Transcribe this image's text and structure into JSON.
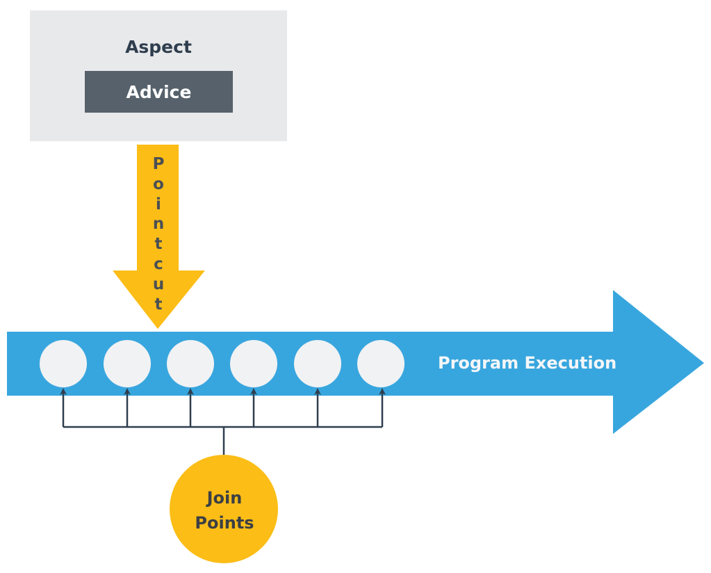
{
  "aspect": {
    "title": "Aspect",
    "advice_label": "Advice"
  },
  "pointcut": {
    "label": "Point cut"
  },
  "program_execution": {
    "label": "Program Execution"
  },
  "join_points": {
    "line1": "Join",
    "line2": "Points"
  },
  "colors": {
    "aspect_bg": "#e8e9eb",
    "advice_bg": "#56616b",
    "pointcut_arrow": "#fbbd16",
    "execution_arrow": "#38a6de",
    "join_circle": "#f1f2f4",
    "connector": "#2f3e4e",
    "join_points_circle": "#fbbd16"
  }
}
